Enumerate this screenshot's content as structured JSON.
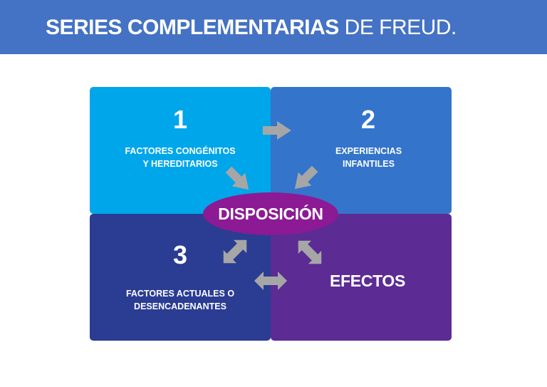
{
  "header": {
    "title_bold": "SERIES COMPLEMENTARIAS",
    "title_light": " DE FREUD."
  },
  "quadrants": [
    {
      "number": "1",
      "label_lines": [
        "FACTORES CONGÉNITOS",
        "Y HEREDITARIOS"
      ]
    },
    {
      "number": "2",
      "label_lines": [
        "EXPERIENCIAS",
        "INFANTILES"
      ]
    },
    {
      "number": "3",
      "label_lines": [
        "FACTORES ACTUALES O",
        "DESENCADENANTES"
      ]
    },
    {
      "label": "EFECTOS"
    }
  ],
  "center": {
    "label": "DISPOSICIÓN"
  },
  "colors": {
    "header": "#4472c4",
    "quadrant_1": "#00a6ea",
    "quadrant_2": "#3474cb",
    "quadrant_3": "#2b3c93",
    "quadrant_4": "#5c2b94",
    "center": "#8c1a94",
    "arrows": "#a6a6a6"
  }
}
